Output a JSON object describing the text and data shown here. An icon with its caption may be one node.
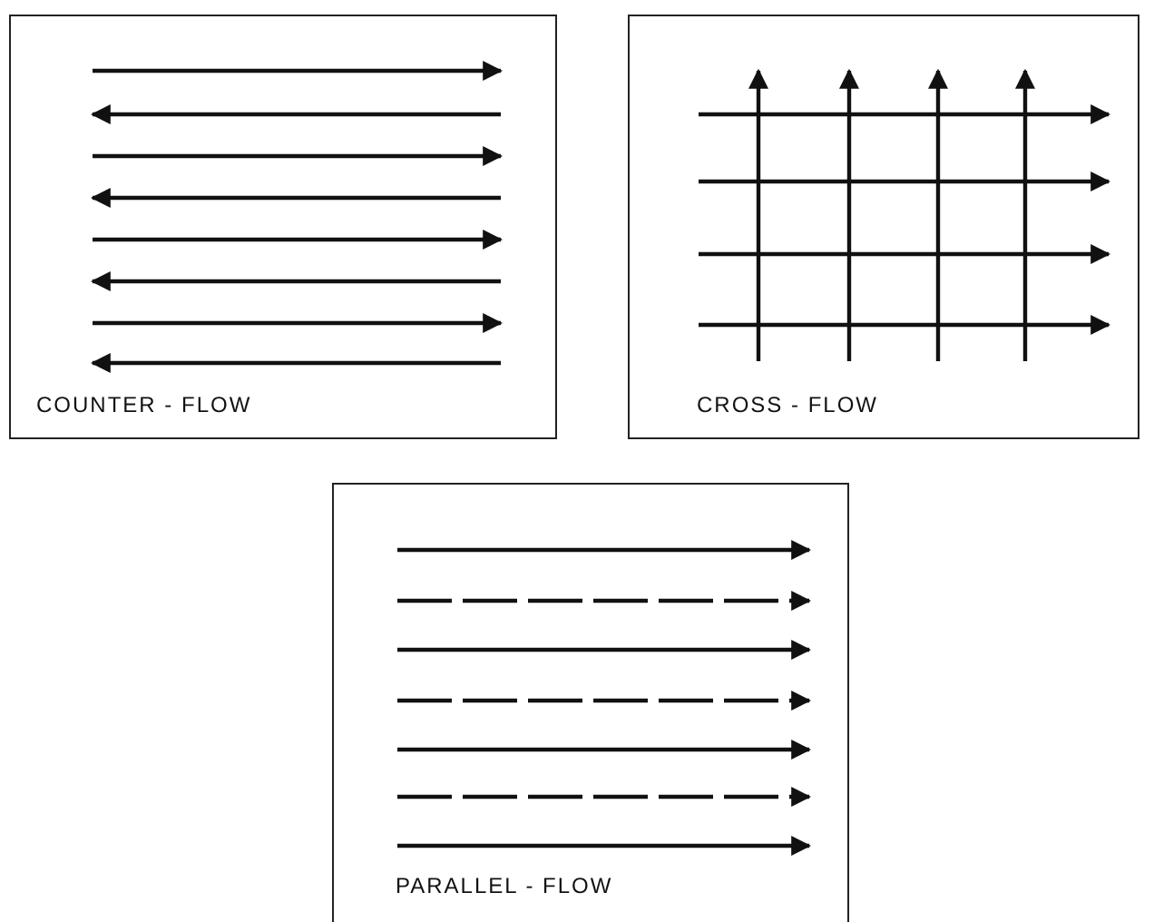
{
  "diagram": {
    "nodes": [
      {
        "text": [
          "COUNTER - FLOW"
        ]
      },
      {
        "text": [
          "CROSS - FLOW"
        ]
      },
      {
        "text": [
          "PARALLEL - FLOW"
        ]
      }
    ]
  }
}
